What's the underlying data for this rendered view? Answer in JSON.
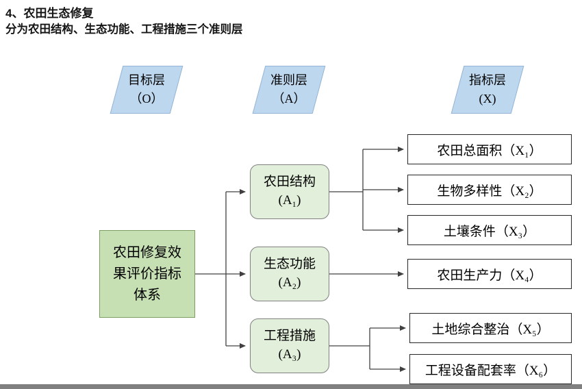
{
  "page": {
    "title": "4、农田生态修复",
    "subtitle": "分为农田结构、生态功能、工程措施三个准则层"
  },
  "diagram": {
    "headers": [
      {
        "line1": "目标层",
        "line2": "（O）"
      },
      {
        "line1": "准则层",
        "line2": "（A）"
      },
      {
        "line1": "指标层",
        "line2": "(X)"
      }
    ],
    "goal": {
      "label": "农田修复效果评价指标体系"
    },
    "criteria": [
      {
        "label": "农田结构",
        "code": "(A₁)"
      },
      {
        "label": "生态功能",
        "code": "(A₂)"
      },
      {
        "label": "工程措施",
        "code": "(A₃)"
      }
    ],
    "indicators": [
      {
        "label": "农田总面积（X₁）"
      },
      {
        "label": "生物多样性（X₂）"
      },
      {
        "label": "土壤条件（X₃）"
      },
      {
        "label": "农田生产力（X₄）"
      },
      {
        "label": "土地综合整治（X₅）"
      },
      {
        "label": "工程设备配套率（X₆）"
      }
    ],
    "colors": {
      "header_fill": "#BDD7EE",
      "header_border": "#95B3D7",
      "goal_fill": "#C6E0B4",
      "goal_border": "#7E9D63",
      "criteria_fill": "#E2EFDA",
      "criteria_border": "#808080",
      "indicator_fill": "#FFFFFF",
      "indicator_border": "#262626",
      "line": "#404040",
      "bottom_bar": "#808080"
    }
  }
}
